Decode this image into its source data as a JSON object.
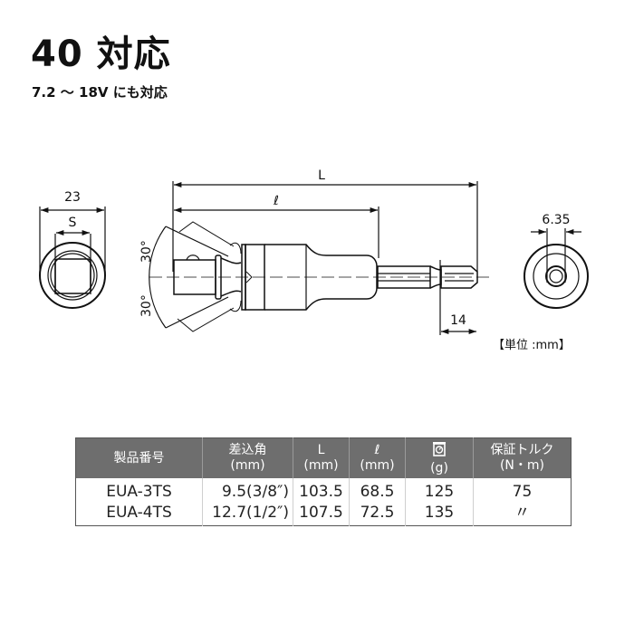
{
  "header": {
    "title": "40 対応",
    "subtitle": "7.2 〜 18V にも対応"
  },
  "diagram": {
    "front_view": {
      "outer_dim": "23",
      "inner_dim": "S"
    },
    "side_view": {
      "overall_length": "L",
      "socket_length": "ℓ",
      "bit_length": "14",
      "angle_upper": "30°",
      "angle_lower": "30°"
    },
    "rear_view": {
      "hex_dim": "6.35"
    },
    "unit_note": "【単位 :mm】"
  },
  "table": {
    "headers": [
      {
        "line1": "製品番号",
        "line2": ""
      },
      {
        "line1": "差込角",
        "line2": "(mm)"
      },
      {
        "line1": "L",
        "line2": "(mm)"
      },
      {
        "line1": "ℓ",
        "line2": "(mm)"
      },
      {
        "line1": "scale-icon",
        "line2": "(g)"
      },
      {
        "line1": "保証トルク",
        "line2": "(N・m)"
      }
    ],
    "rows": [
      {
        "model": "EUA-3TS",
        "drive": "9.5(3/8″)",
        "L": "103.5",
        "l": "68.5",
        "weight": "125",
        "torque": "75"
      },
      {
        "model": "EUA-4TS",
        "drive": "12.7(1/2″)",
        "L": "107.5",
        "l": "72.5",
        "weight": "135",
        "torque": "〃"
      }
    ]
  },
  "colors": {
    "header_bg": "#6e6e6e",
    "line": "#111111"
  }
}
